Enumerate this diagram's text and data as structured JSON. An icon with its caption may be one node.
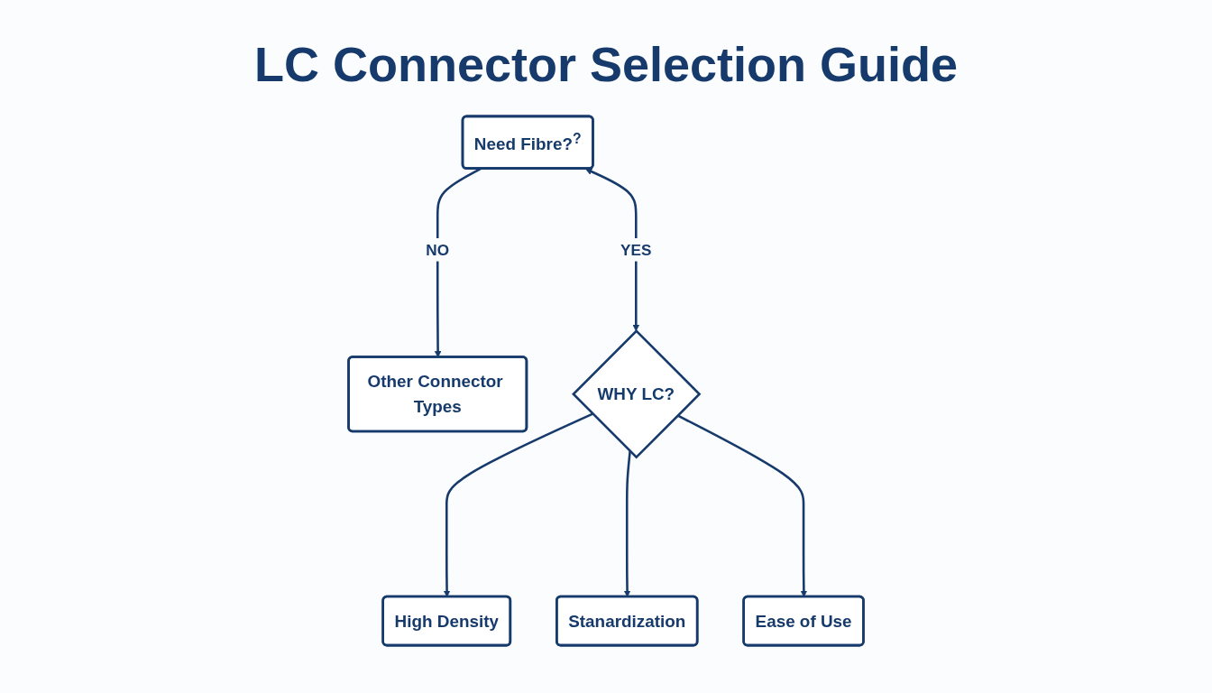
{
  "diagram": {
    "title": "LC Connector Selection Guide",
    "nodes": [
      {
        "text": [
          "Need Fibre?",
          "?"
        ]
      },
      {
        "text": [
          "Other Connector Types"
        ]
      },
      {
        "text": [
          "WHY LC?"
        ]
      },
      {
        "text": [
          "High Density"
        ]
      },
      {
        "text": [
          "Stanardization"
        ]
      },
      {
        "text": [
          "Ease of Use"
        ]
      }
    ],
    "edges": [
      {
        "from": 0,
        "to": 2,
        "label": "YES",
        "arrow": "both"
      },
      {
        "from": 0,
        "to": 1,
        "label": "NO",
        "arrow": "to"
      },
      {
        "from": 2,
        "to": 3,
        "arrow": "to"
      },
      {
        "from": 2,
        "to": 4,
        "arrow": "to"
      },
      {
        "from": 2,
        "to": 5,
        "arrow": "to"
      }
    ]
  }
}
